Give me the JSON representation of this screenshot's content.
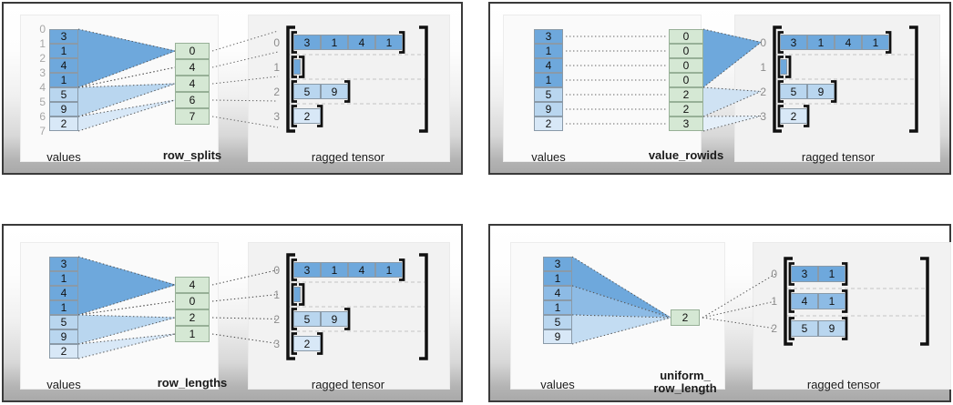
{
  "figure": {
    "caption_values": "values",
    "caption_ragged": "ragged tensor"
  },
  "panels": [
    {
      "id": "row_splits",
      "encoding_label": "row_splits",
      "values": [
        "3",
        "1",
        "4",
        "1",
        "5",
        "9",
        "2"
      ],
      "value_shades": [
        0,
        0,
        0,
        0,
        2,
        2,
        3
      ],
      "value_index_labels": [
        "0",
        "1",
        "2",
        "3",
        "4",
        "5",
        "6",
        "7"
      ],
      "encoding_values": [
        "0",
        "4",
        "4",
        "6",
        "7"
      ],
      "ragged_row_labels": [
        "0",
        "1",
        "2",
        "3"
      ],
      "ragged_rows": [
        [
          "3",
          "1",
          "4",
          "1"
        ],
        [],
        [
          "5",
          "9"
        ],
        [
          "2"
        ]
      ],
      "ragged_row_shades": [
        0,
        0,
        2,
        3
      ]
    },
    {
      "id": "value_rowids",
      "encoding_label": "value_rowids",
      "values": [
        "3",
        "1",
        "4",
        "1",
        "5",
        "9",
        "2"
      ],
      "value_shades": [
        0,
        0,
        0,
        0,
        2,
        2,
        3
      ],
      "value_index_labels": [],
      "encoding_values": [
        "0",
        "0",
        "0",
        "0",
        "2",
        "2",
        "3"
      ],
      "ragged_row_labels": [
        "0",
        "1",
        "2",
        "3"
      ],
      "ragged_rows": [
        [
          "3",
          "1",
          "4",
          "1"
        ],
        [],
        [
          "5",
          "9"
        ],
        [
          "2"
        ]
      ],
      "ragged_row_shades": [
        0,
        0,
        2,
        3
      ]
    },
    {
      "id": "row_lengths",
      "encoding_label": "row_lengths",
      "values": [
        "3",
        "1",
        "4",
        "1",
        "5",
        "9",
        "2"
      ],
      "value_shades": [
        0,
        0,
        0,
        0,
        2,
        2,
        3
      ],
      "value_index_labels": [],
      "encoding_values": [
        "4",
        "0",
        "2",
        "1"
      ],
      "ragged_row_labels": [
        "0",
        "1",
        "2",
        "3"
      ],
      "ragged_rows": [
        [
          "3",
          "1",
          "4",
          "1"
        ],
        [],
        [
          "5",
          "9"
        ],
        [
          "2"
        ]
      ],
      "ragged_row_shades": [
        0,
        0,
        2,
        3
      ]
    },
    {
      "id": "uniform_row_length",
      "encoding_label": "uniform_\nrow_length",
      "values": [
        "3",
        "1",
        "4",
        "1",
        "5",
        "9"
      ],
      "value_shades": [
        0,
        0,
        1,
        1,
        2,
        3
      ],
      "value_index_labels": [],
      "encoding_values": [
        "2"
      ],
      "ragged_row_labels": [
        "0",
        "1",
        "2"
      ],
      "ragged_rows": [
        [
          "3",
          "1"
        ],
        [
          "4",
          "1"
        ],
        [
          "5",
          "9"
        ]
      ],
      "ragged_row_shades": [
        0,
        1,
        2
      ]
    }
  ],
  "colors": {
    "value_dark": "#6ea8dc",
    "value_mid": "#8dbbe5",
    "value_light": "#b9d6ef",
    "value_lighter": "#d8e8f7",
    "encoding_green": "#d5e8d4",
    "panel_border": "#3a3a3a",
    "bracket": "#111111",
    "index_label": "#a6a6a6"
  }
}
